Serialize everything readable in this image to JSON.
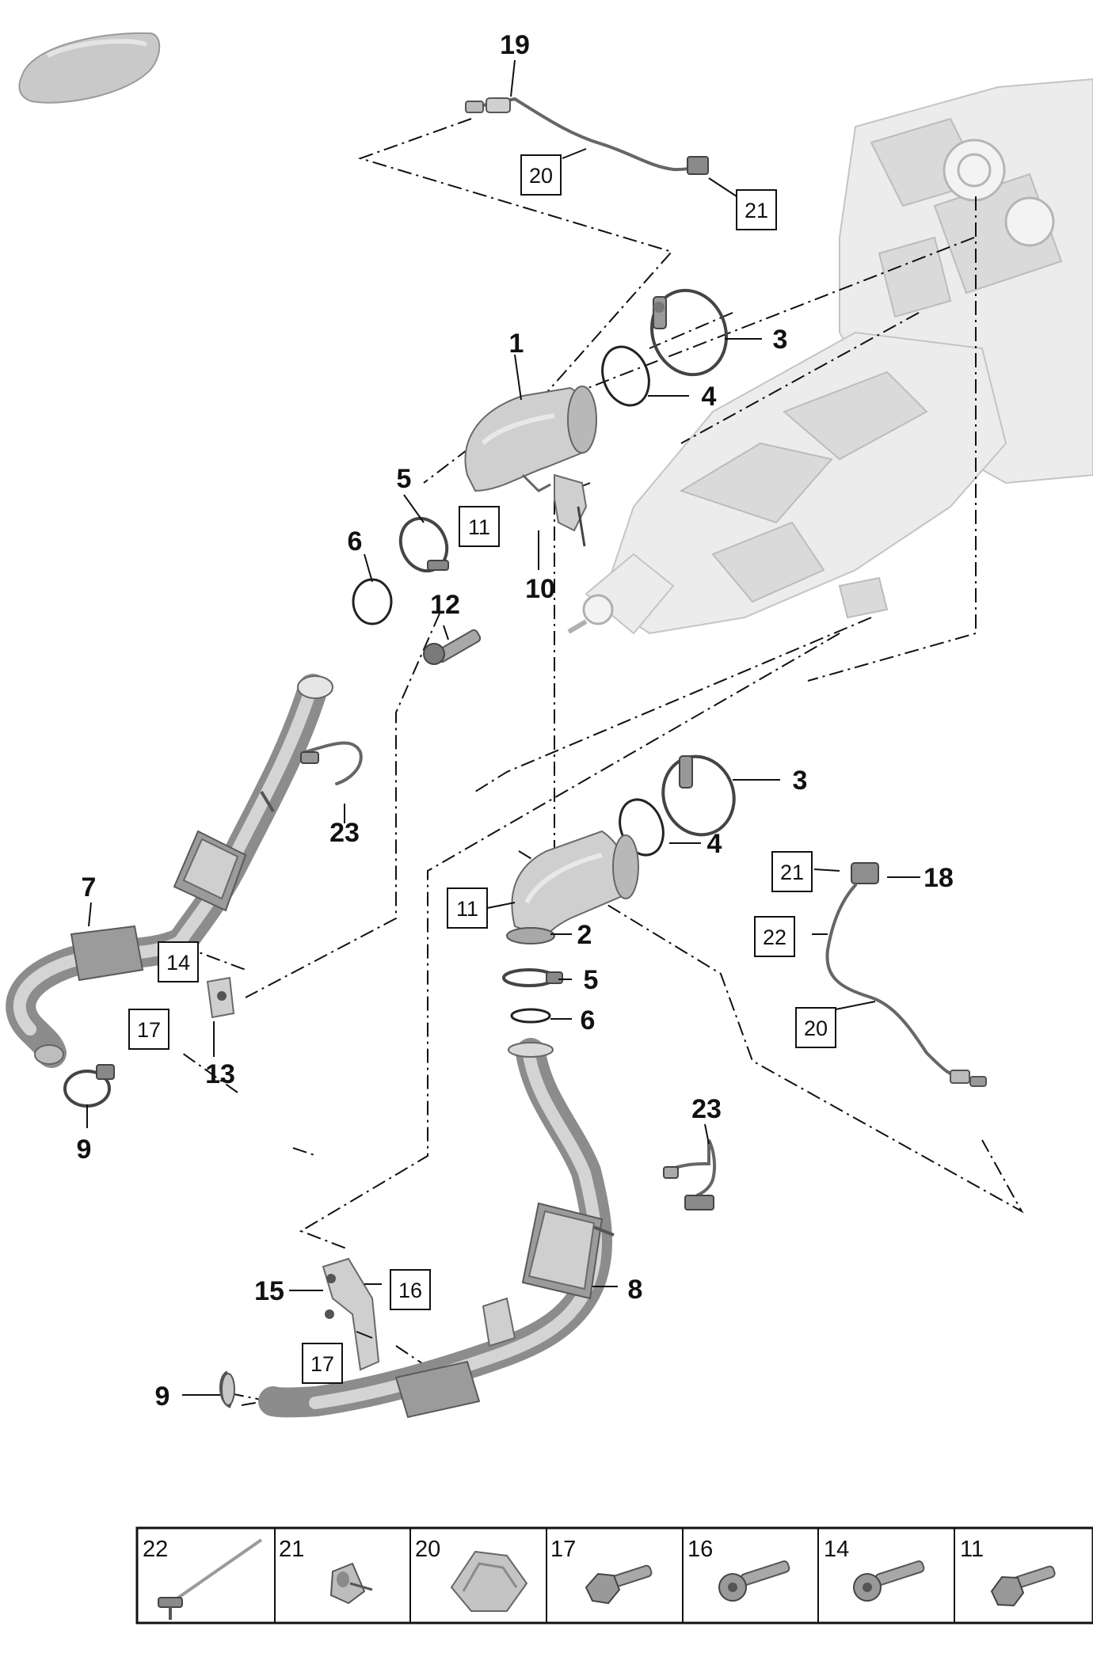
{
  "callouts": {
    "n1": "1",
    "n2": "2",
    "n3a": "3",
    "n3b": "3",
    "n4a": "4",
    "n4b": "4",
    "n5a": "5",
    "n5b": "5",
    "n6a": "6",
    "n6b": "6",
    "n7": "7",
    "n8": "8",
    "n9a": "9",
    "n9b": "9",
    "n10": "10",
    "n12": "12",
    "n13": "13",
    "n15": "15",
    "n18": "18",
    "n19": "19",
    "n23a": "23",
    "n23b": "23"
  },
  "boxed_callouts": {
    "b20a": "20",
    "b21a": "21",
    "b11a": "11",
    "b11b": "11",
    "b14": "14",
    "b17a": "17",
    "b16": "16",
    "b17b": "17",
    "b21b": "21",
    "b22": "22",
    "b20b": "20"
  },
  "legend": {
    "cells": [
      "22",
      "21",
      "20",
      "17",
      "16",
      "14",
      "11"
    ],
    "icons": [
      "cable-tie-icon",
      "clip-icon",
      "heat-shield-icon",
      "hex-bolt-icon",
      "torx-bolt-icon",
      "torx-bolt-icon",
      "flange-bolt-icon"
    ]
  }
}
